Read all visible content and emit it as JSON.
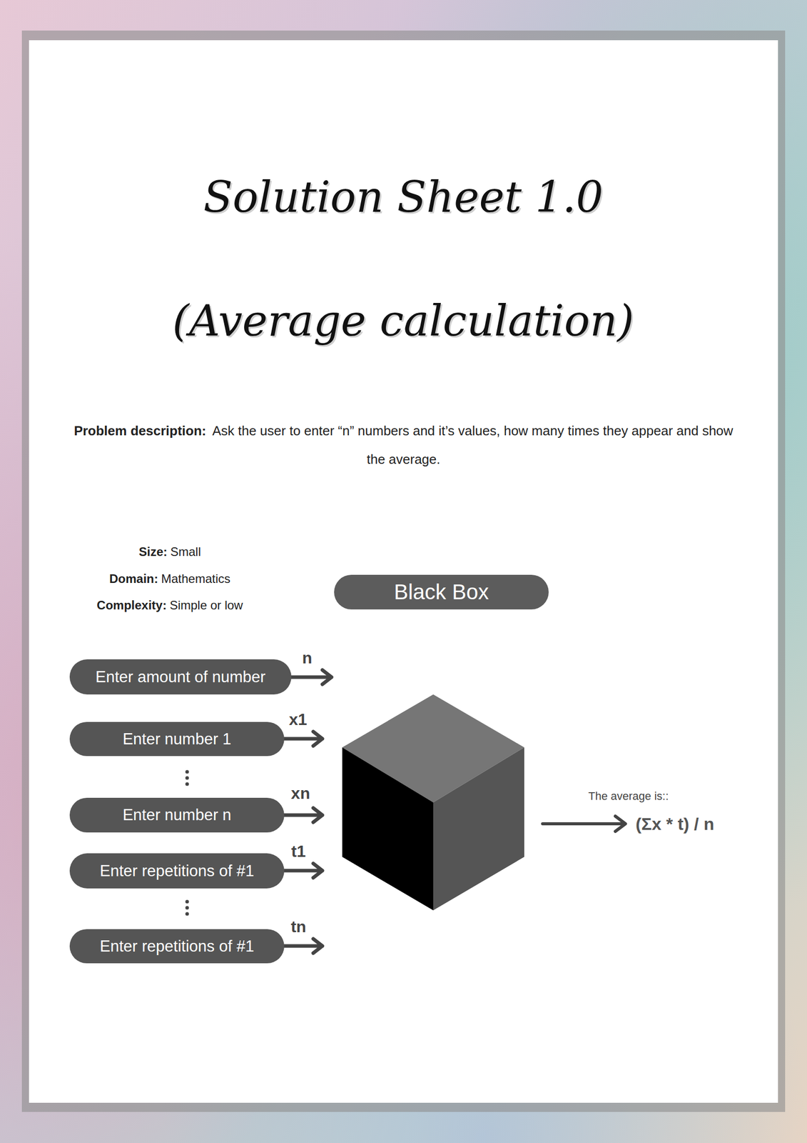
{
  "diagram": {
    "title": "Solution Sheet 1.0",
    "nodes": [
      {
        "text": [
          "Black Box"
        ]
      },
      {
        "text": [
          "Enter amount of number"
        ]
      },
      {
        "text": [
          "Enter number 1"
        ]
      },
      {
        "text": [
          "Enter number n"
        ]
      },
      {
        "text": [
          "Enter repetitions of #1"
        ]
      },
      {
        "text": [
          "Enter repetitions of #1"
        ]
      }
    ],
    "labels": [
      "(Average calculation)",
      "Problem description:",
      "Ask the user to enter “n” numbers and it’s values, how many times they appear and show the average.",
      "Size:",
      "Small",
      "Domain:",
      "Mathematics",
      "Complexity:",
      "Simple or low",
      "n",
      "x1",
      "xn",
      "t1",
      "tn",
      "The average is::",
      "(Σx * t) / n"
    ]
  }
}
